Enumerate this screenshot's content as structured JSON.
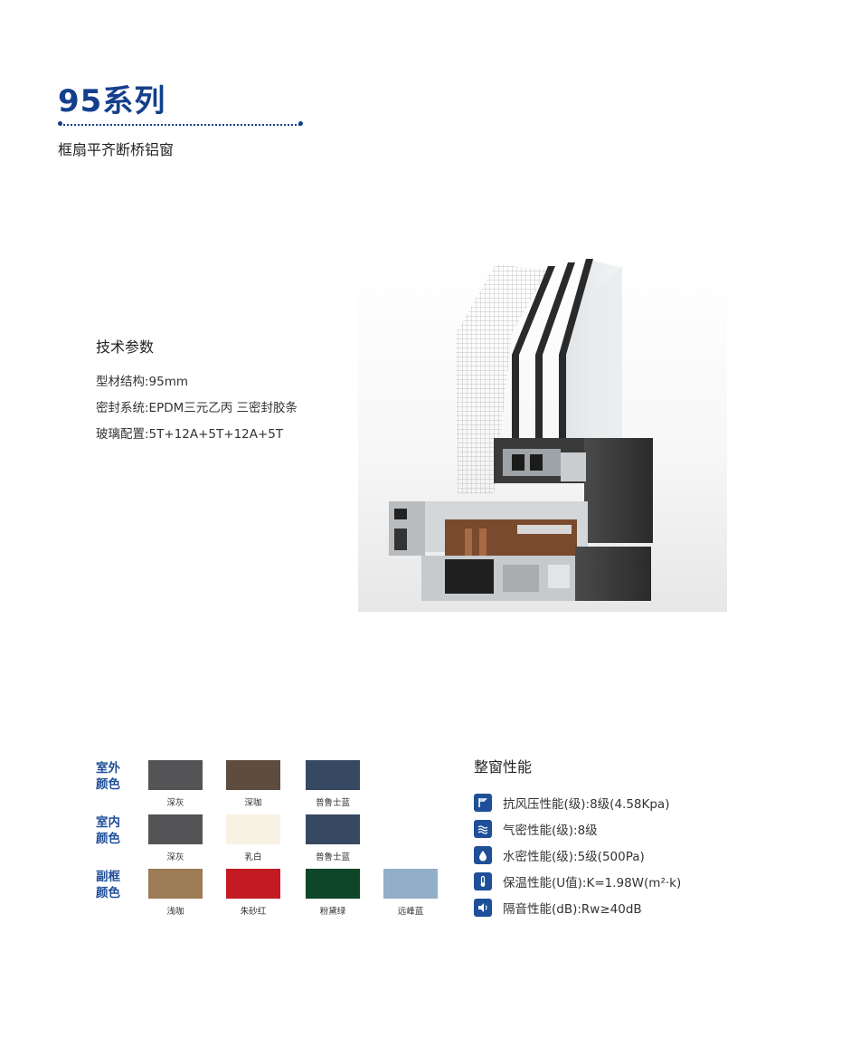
{
  "header": {
    "title": "95系列",
    "subtitle": "框扇平齐断桥铝窗"
  },
  "specs": {
    "heading": "技术参数",
    "lines": [
      "型材结构:95mm",
      "密封系统:EPDM三元乙丙 三密封胶条",
      "玻璃配置:5T+12A+5T+12A+5T"
    ]
  },
  "colors": {
    "rows": [
      {
        "label_line1": "室外",
        "label_line2": "颜色",
        "swatches": [
          {
            "name": "深灰",
            "color": "#545456"
          },
          {
            "name": "深咖",
            "color": "#5e4c3e"
          },
          {
            "name": "普鲁士蓝",
            "color": "#374961"
          }
        ]
      },
      {
        "label_line1": "室内",
        "label_line2": "颜色",
        "swatches": [
          {
            "name": "深灰",
            "color": "#545456"
          },
          {
            "name": "乳白",
            "color": "#f8f2e4"
          },
          {
            "name": "普鲁士蓝",
            "color": "#374961"
          }
        ]
      },
      {
        "label_line1": "副框",
        "label_line2": "颜色",
        "swatches": [
          {
            "name": "浅咖",
            "color": "#9c7b56"
          },
          {
            "name": "朱砂红",
            "color": "#c41a23"
          },
          {
            "name": "粉黛绿",
            "color": "#0d4727"
          },
          {
            "name": "远峰蓝",
            "color": "#93afc8"
          }
        ]
      }
    ]
  },
  "performance": {
    "heading": "整窗性能",
    "items": [
      {
        "icon": "wind-pressure-icon",
        "text": "抗风压性能(级):8级(4.58Kpa)"
      },
      {
        "icon": "air-tightness-icon",
        "text": "气密性能(级):8级"
      },
      {
        "icon": "water-drop-icon",
        "text": "水密性能(级):5级(500Pa)"
      },
      {
        "icon": "thermometer-icon",
        "text": "保温性能(U值):K=1.98W(m²·k)"
      },
      {
        "icon": "sound-icon",
        "text": "隔音性能(dB):Rw≥40dB"
      }
    ]
  },
  "accent_color": "#143f8c"
}
